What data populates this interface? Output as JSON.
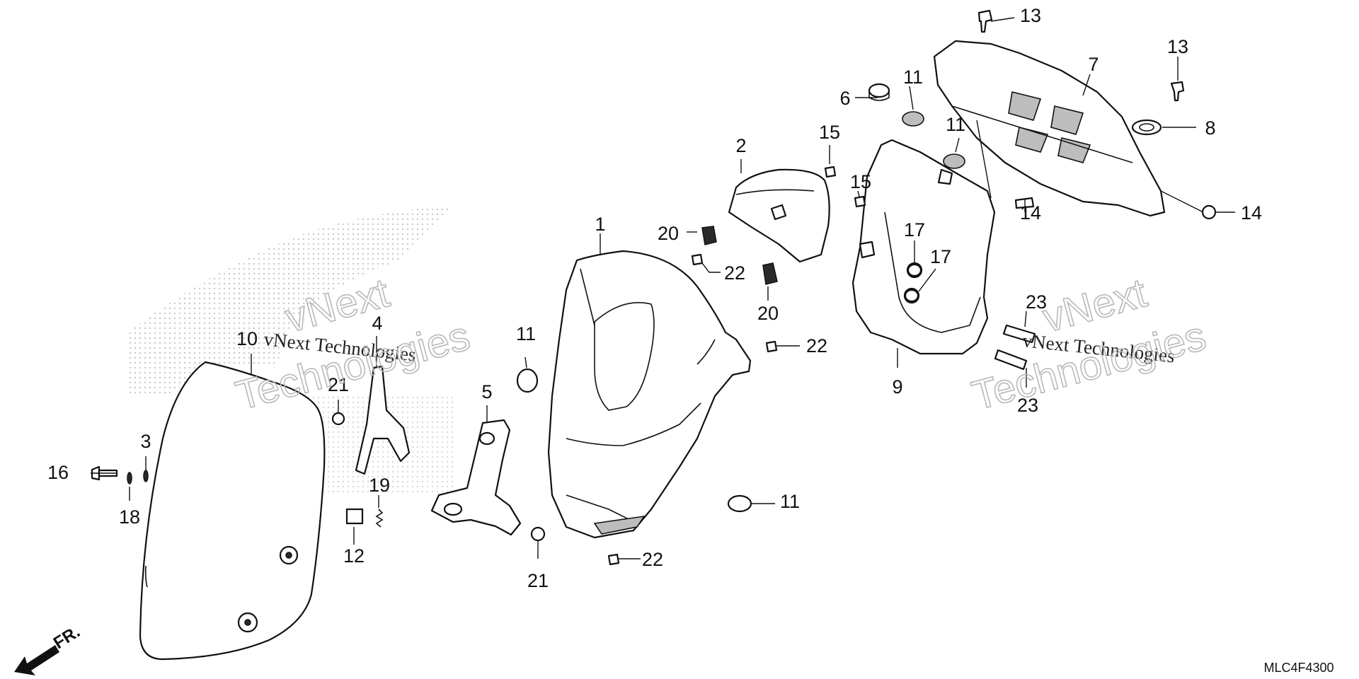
{
  "diagram": {
    "part_labels": {
      "p1": "1",
      "p2": "2",
      "p3": "3",
      "p4": "4",
      "p5": "5",
      "p6": "6",
      "p7": "7",
      "p8": "8",
      "p9": "9",
      "p10": "10",
      "p11a": "11",
      "p11b": "11",
      "p11c": "11",
      "p11d": "11",
      "p12": "12",
      "p13a": "13",
      "p13b": "13",
      "p14a": "14",
      "p14b": "14",
      "p15a": "15",
      "p15b": "15",
      "p16": "16",
      "p17a": "17",
      "p17b": "17",
      "p18": "18",
      "p19": "19",
      "p20a": "20",
      "p20b": "20",
      "p21a": "21",
      "p21b": "21",
      "p22a": "22",
      "p22b": "22",
      "p22c": "22",
      "p23a": "23",
      "p23b": "23"
    },
    "watermark": {
      "small_text": "vNext Technologies",
      "big_line1": "vNext",
      "big_line2": "Technologies"
    },
    "front_indicator": "FR.",
    "diagram_code": "MLC4F4300",
    "colors": {
      "line": "#111111",
      "watermark": "#b9b9b9",
      "stipple": "#c8c8c8"
    }
  }
}
